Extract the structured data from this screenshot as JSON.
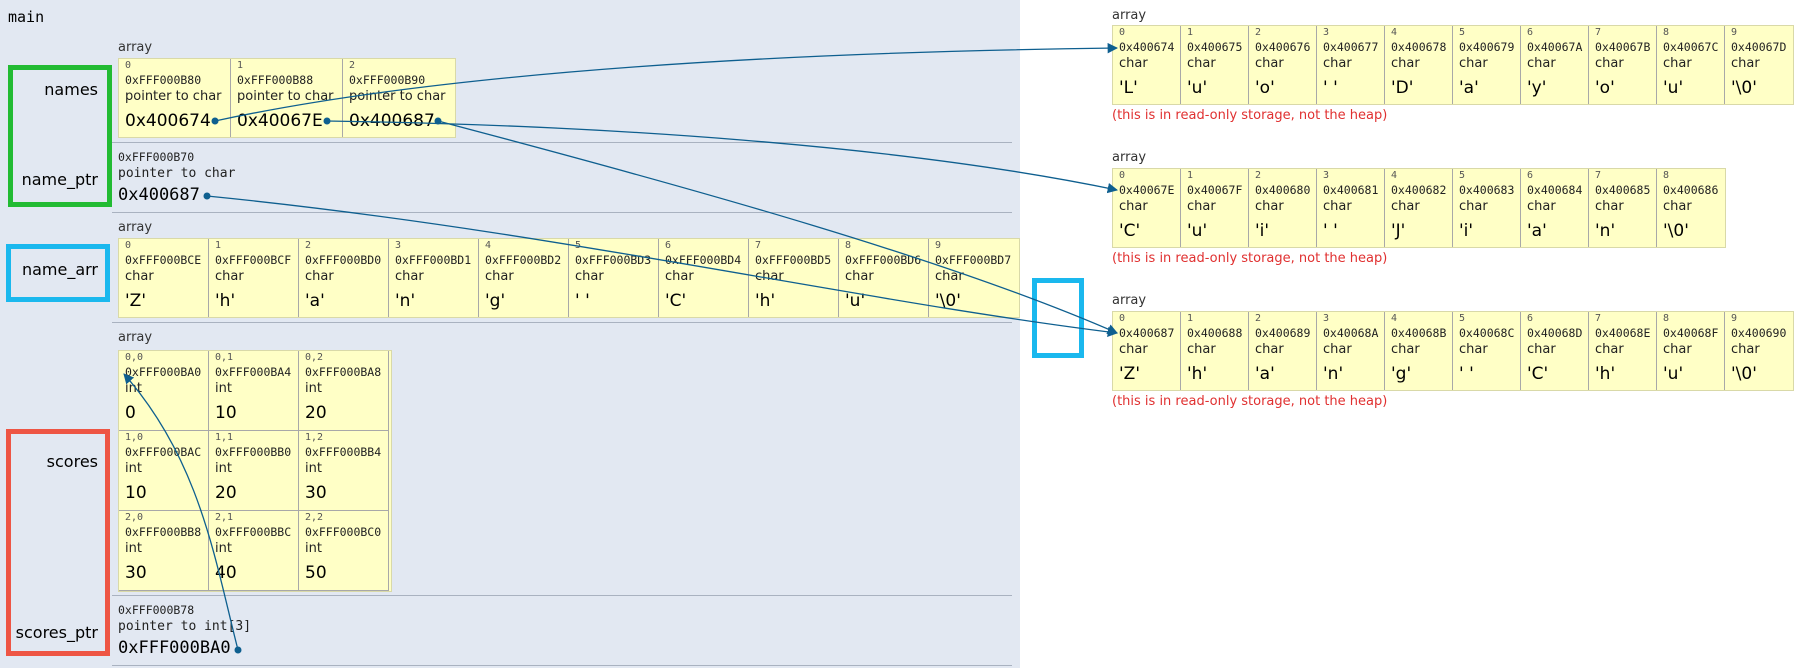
{
  "frame": {
    "title": "main"
  },
  "variables": {
    "names": "names",
    "name_ptr": "name_ptr",
    "name_arr": "name_arr",
    "scores": "scores",
    "scores_ptr": "scores_ptr"
  },
  "labels": {
    "array": "array",
    "ro_note": "(this is in read-only storage, not the heap)"
  },
  "colors": {
    "highlight_green": "#22bb33",
    "highlight_blue": "#1ab8ee",
    "highlight_red": "#ee5544",
    "cell_bg": "#ffffc6",
    "arrow": "#0e5f8f",
    "frame_bg": "#e2e8f2"
  },
  "names_cells": [
    {
      "idx": "0",
      "addr": "0xFFF000B80",
      "type": "pointer to char",
      "val": "0x400674"
    },
    {
      "idx": "1",
      "addr": "0xFFF000B88",
      "type": "pointer to char",
      "val": "0x40067E"
    },
    {
      "idx": "2",
      "addr": "0xFFF000B90",
      "type": "pointer to char",
      "val": "0x400687"
    }
  ],
  "name_ptr": {
    "addr": "0xFFF000B70",
    "type": "pointer to char",
    "val": "0x400687"
  },
  "name_arr_cells": [
    {
      "idx": "0",
      "addr": "0xFFF000BCE",
      "type": "char",
      "val": "'Z'"
    },
    {
      "idx": "1",
      "addr": "0xFFF000BCF",
      "type": "char",
      "val": "'h'"
    },
    {
      "idx": "2",
      "addr": "0xFFF000BD0",
      "type": "char",
      "val": "'a'"
    },
    {
      "idx": "3",
      "addr": "0xFFF000BD1",
      "type": "char",
      "val": "'n'"
    },
    {
      "idx": "4",
      "addr": "0xFFF000BD2",
      "type": "char",
      "val": "'g'"
    },
    {
      "idx": "5",
      "addr": "0xFFF000BD3",
      "type": "char",
      "val": "' '"
    },
    {
      "idx": "6",
      "addr": "0xFFF000BD4",
      "type": "char",
      "val": "'C'"
    },
    {
      "idx": "7",
      "addr": "0xFFF000BD5",
      "type": "char",
      "val": "'h'"
    },
    {
      "idx": "8",
      "addr": "0xFFF000BD6",
      "type": "char",
      "val": "'u'"
    },
    {
      "idx": "9",
      "addr": "0xFFF000BD7",
      "type": "char",
      "val": "'\\0'"
    }
  ],
  "scores_cells": [
    {
      "idx": "0,0",
      "addr": "0xFFF000BA0",
      "type": "int",
      "val": "0"
    },
    {
      "idx": "0,1",
      "addr": "0xFFF000BA4",
      "type": "int",
      "val": "10"
    },
    {
      "idx": "0,2",
      "addr": "0xFFF000BA8",
      "type": "int",
      "val": "20"
    },
    {
      "idx": "1,0",
      "addr": "0xFFF000BAC",
      "type": "int",
      "val": "10"
    },
    {
      "idx": "1,1",
      "addr": "0xFFF000BB0",
      "type": "int",
      "val": "20"
    },
    {
      "idx": "1,2",
      "addr": "0xFFF000BB4",
      "type": "int",
      "val": "30"
    },
    {
      "idx": "2,0",
      "addr": "0xFFF000BB8",
      "type": "int",
      "val": "30"
    },
    {
      "idx": "2,1",
      "addr": "0xFFF000BBC",
      "type": "int",
      "val": "40"
    },
    {
      "idx": "2,2",
      "addr": "0xFFF000BC0",
      "type": "int",
      "val": "50"
    }
  ],
  "scores_ptr": {
    "addr": "0xFFF000B78",
    "type": "pointer to int[3]",
    "val": "0xFFF000BA0"
  },
  "ro_arrays": [
    {
      "cells": [
        {
          "idx": "0",
          "addr": "0x400674",
          "type": "char",
          "val": "'L'"
        },
        {
          "idx": "1",
          "addr": "0x400675",
          "type": "char",
          "val": "'u'"
        },
        {
          "idx": "2",
          "addr": "0x400676",
          "type": "char",
          "val": "'o'"
        },
        {
          "idx": "3",
          "addr": "0x400677",
          "type": "char",
          "val": "' '"
        },
        {
          "idx": "4",
          "addr": "0x400678",
          "type": "char",
          "val": "'D'"
        },
        {
          "idx": "5",
          "addr": "0x400679",
          "type": "char",
          "val": "'a'"
        },
        {
          "idx": "6",
          "addr": "0x40067A",
          "type": "char",
          "val": "'y'"
        },
        {
          "idx": "7",
          "addr": "0x40067B",
          "type": "char",
          "val": "'o'"
        },
        {
          "idx": "8",
          "addr": "0x40067C",
          "type": "char",
          "val": "'u'"
        },
        {
          "idx": "9",
          "addr": "0x40067D",
          "type": "char",
          "val": "'\\0'"
        }
      ]
    },
    {
      "cells": [
        {
          "idx": "0",
          "addr": "0x40067E",
          "type": "char",
          "val": "'C'"
        },
        {
          "idx": "1",
          "addr": "0x40067F",
          "type": "char",
          "val": "'u'"
        },
        {
          "idx": "2",
          "addr": "0x400680",
          "type": "char",
          "val": "'i'"
        },
        {
          "idx": "3",
          "addr": "0x400681",
          "type": "char",
          "val": "' '"
        },
        {
          "idx": "4",
          "addr": "0x400682",
          "type": "char",
          "val": "'J'"
        },
        {
          "idx": "5",
          "addr": "0x400683",
          "type": "char",
          "val": "'i'"
        },
        {
          "idx": "6",
          "addr": "0x400684",
          "type": "char",
          "val": "'a'"
        },
        {
          "idx": "7",
          "addr": "0x400685",
          "type": "char",
          "val": "'n'"
        },
        {
          "idx": "8",
          "addr": "0x400686",
          "type": "char",
          "val": "'\\0'"
        }
      ]
    },
    {
      "cells": [
        {
          "idx": "0",
          "addr": "0x400687",
          "type": "char",
          "val": "'Z'"
        },
        {
          "idx": "1",
          "addr": "0x400688",
          "type": "char",
          "val": "'h'"
        },
        {
          "idx": "2",
          "addr": "0x400689",
          "type": "char",
          "val": "'a'"
        },
        {
          "idx": "3",
          "addr": "0x40068A",
          "type": "char",
          "val": "'n'"
        },
        {
          "idx": "4",
          "addr": "0x40068B",
          "type": "char",
          "val": "'g'"
        },
        {
          "idx": "5",
          "addr": "0x40068C",
          "type": "char",
          "val": "' '"
        },
        {
          "idx": "6",
          "addr": "0x40068D",
          "type": "char",
          "val": "'C'"
        },
        {
          "idx": "7",
          "addr": "0x40068E",
          "type": "char",
          "val": "'h'"
        },
        {
          "idx": "8",
          "addr": "0x40068F",
          "type": "char",
          "val": "'u'"
        },
        {
          "idx": "9",
          "addr": "0x400690",
          "type": "char",
          "val": "'\\0'"
        }
      ]
    }
  ]
}
